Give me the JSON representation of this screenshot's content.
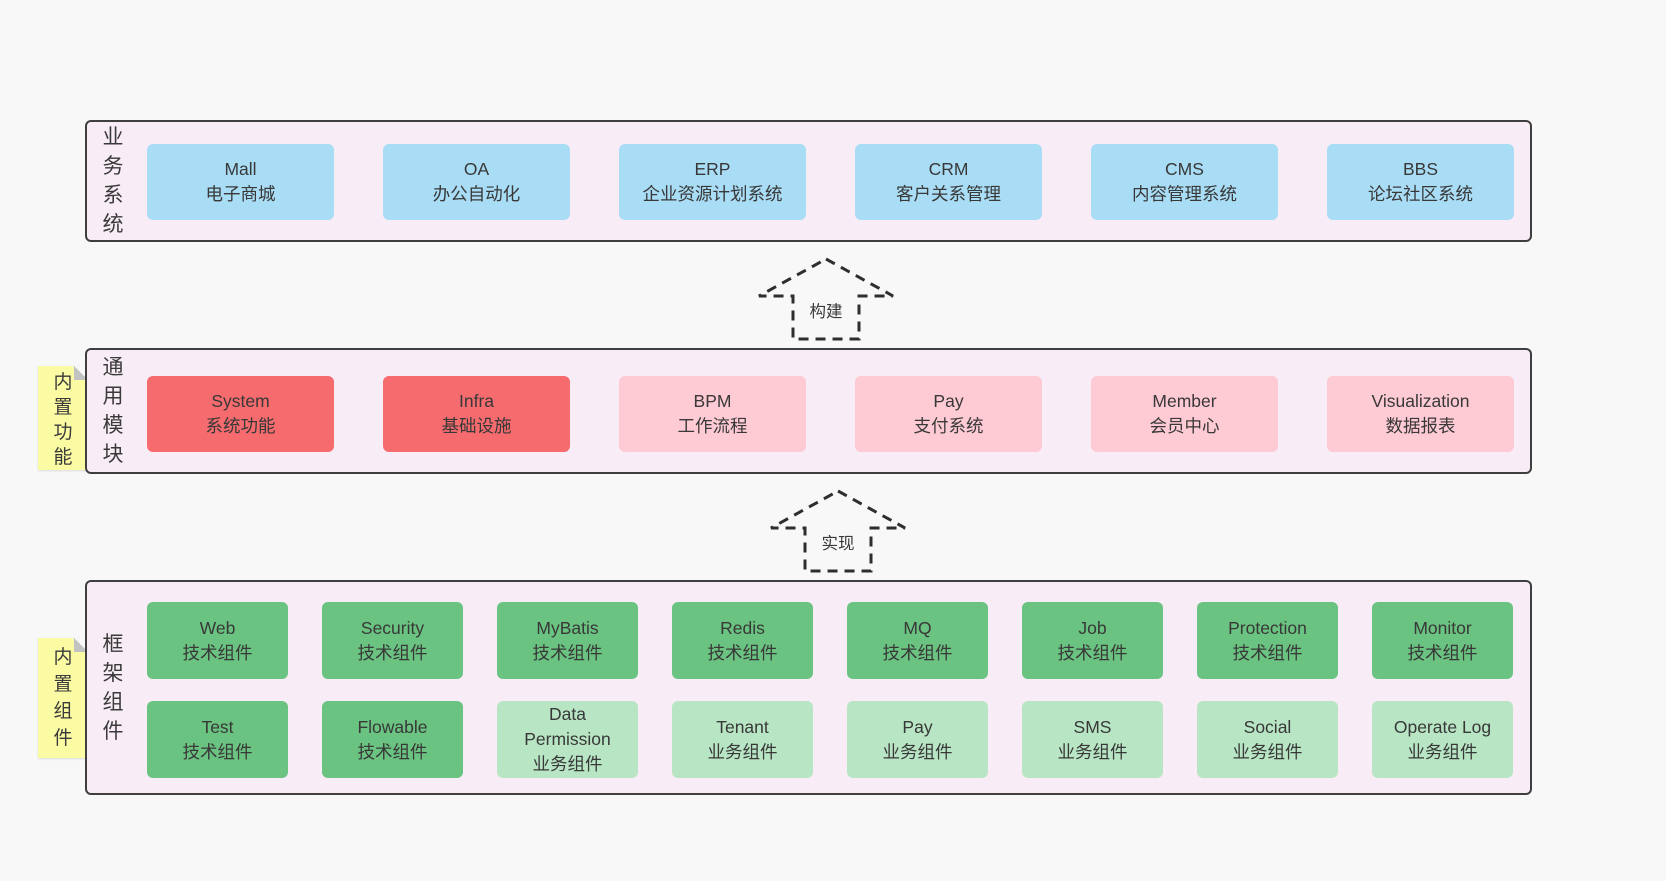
{
  "canvas": {
    "background": "#f8f8f8"
  },
  "colors": {
    "panel_bg": "#f8edf7",
    "panel_border": "#3f3f3f",
    "node_blue": "#a9dcf5",
    "node_red": "#f56b6e",
    "node_pink": "#fecad4",
    "node_green_dark": "#6ac380",
    "node_green_light": "#b8e6c4",
    "note_bg": "#fbfba3",
    "note_fold": "#c2c2c2",
    "text": "#383838"
  },
  "sections": {
    "business": {
      "label": "业务系统",
      "items": [
        {
          "title": "Mall",
          "subtitle": "电子商城"
        },
        {
          "title": "OA",
          "subtitle": "办公自动化"
        },
        {
          "title": "ERP",
          "subtitle": "企业资源计划系统"
        },
        {
          "title": "CRM",
          "subtitle": "客户关系管理"
        },
        {
          "title": "CMS",
          "subtitle": "内容管理系统"
        },
        {
          "title": "BBS",
          "subtitle": "论坛社区系统"
        }
      ]
    },
    "modules": {
      "label": "通用模块",
      "note": "内置功能",
      "items": [
        {
          "title": "System",
          "subtitle": "系统功能",
          "variant": "red"
        },
        {
          "title": "Infra",
          "subtitle": "基础设施",
          "variant": "red"
        },
        {
          "title": "BPM",
          "subtitle": "工作流程",
          "variant": "pink"
        },
        {
          "title": "Pay",
          "subtitle": "支付系统",
          "variant": "pink"
        },
        {
          "title": "Member",
          "subtitle": "会员中心",
          "variant": "pink"
        },
        {
          "title": "Visualization",
          "subtitle": "数据报表",
          "variant": "pink"
        }
      ]
    },
    "framework": {
      "label": "框架组件",
      "note": "内置组件",
      "row1": [
        {
          "title": "Web",
          "subtitle": "技术组件",
          "variant": "green-dark"
        },
        {
          "title": "Security",
          "subtitle": "技术组件",
          "variant": "green-dark"
        },
        {
          "title": "MyBatis",
          "subtitle": "技术组件",
          "variant": "green-dark"
        },
        {
          "title": "Redis",
          "subtitle": "技术组件",
          "variant": "green-dark"
        },
        {
          "title": "MQ",
          "subtitle": "技术组件",
          "variant": "green-dark"
        },
        {
          "title": "Job",
          "subtitle": "技术组件",
          "variant": "green-dark"
        },
        {
          "title": "Protection",
          "subtitle": "技术组件",
          "variant": "green-dark"
        },
        {
          "title": "Monitor",
          "subtitle": "技术组件",
          "variant": "green-dark"
        }
      ],
      "row2": [
        {
          "title": "Test",
          "subtitle": "技术组件",
          "variant": "green-dark"
        },
        {
          "title": "Flowable",
          "subtitle": "技术组件",
          "variant": "green-dark"
        },
        {
          "title": "Data Permission",
          "subtitle": "业务组件",
          "variant": "green-light"
        },
        {
          "title": "Tenant",
          "subtitle": "业务组件",
          "variant": "green-light"
        },
        {
          "title": "Pay",
          "subtitle": "业务组件",
          "variant": "green-light"
        },
        {
          "title": "SMS",
          "subtitle": "业务组件",
          "variant": "green-light"
        },
        {
          "title": "Social",
          "subtitle": "业务组件",
          "variant": "green-light"
        },
        {
          "title": "Operate Log",
          "subtitle": "业务组件",
          "variant": "green-light"
        }
      ]
    }
  },
  "arrows": {
    "build": "构建",
    "implement": "实现"
  }
}
